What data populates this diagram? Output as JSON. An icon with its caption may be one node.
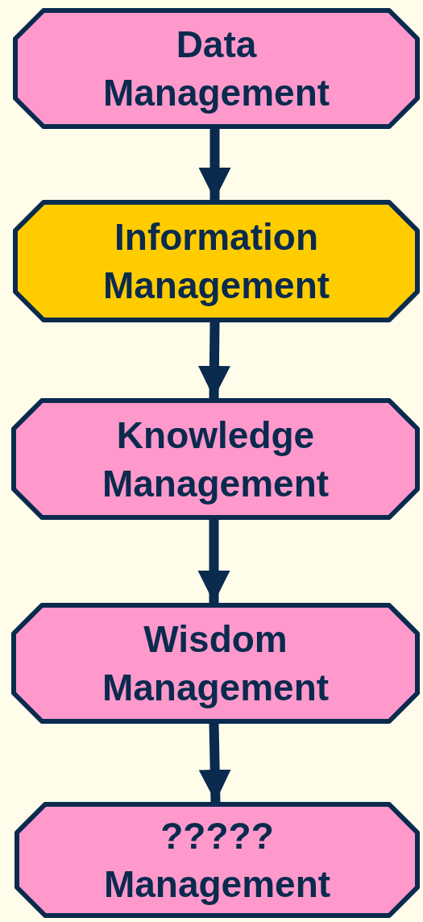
{
  "diagram": {
    "nodes": [
      {
        "text": [
          "Data Management"
        ]
      },
      {
        "text": [
          "Information Management"
        ]
      },
      {
        "text": [
          "Knowledge Management"
        ]
      },
      {
        "text": [
          "Wisdom Management"
        ]
      },
      {
        "text": [
          "????? Management"
        ]
      }
    ],
    "edges": [
      {
        "from": 0,
        "to": 1,
        "arrow": "to"
      },
      {
        "from": 1,
        "to": 2,
        "arrow": "to"
      },
      {
        "from": 2,
        "to": 3,
        "arrow": "to"
      },
      {
        "from": 3,
        "to": 4,
        "arrow": "to"
      }
    ]
  }
}
